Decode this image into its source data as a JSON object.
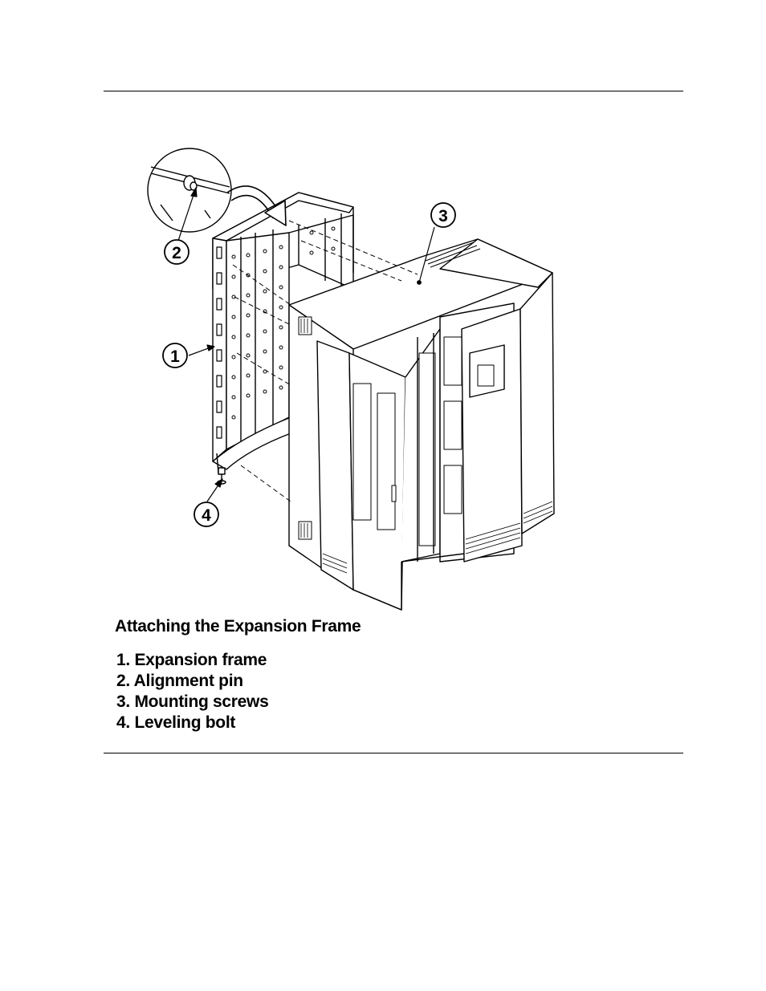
{
  "figure": {
    "callouts": [
      "1",
      "2",
      "3",
      "4"
    ]
  },
  "caption": {
    "title": "Attaching the Expansion Frame",
    "legend": [
      "1. Expansion frame",
      "2. Alignment pin",
      "3. Mounting screws",
      "4. Leveling bolt"
    ]
  },
  "colors": {
    "ink": "#000000",
    "paper": "#ffffff"
  }
}
